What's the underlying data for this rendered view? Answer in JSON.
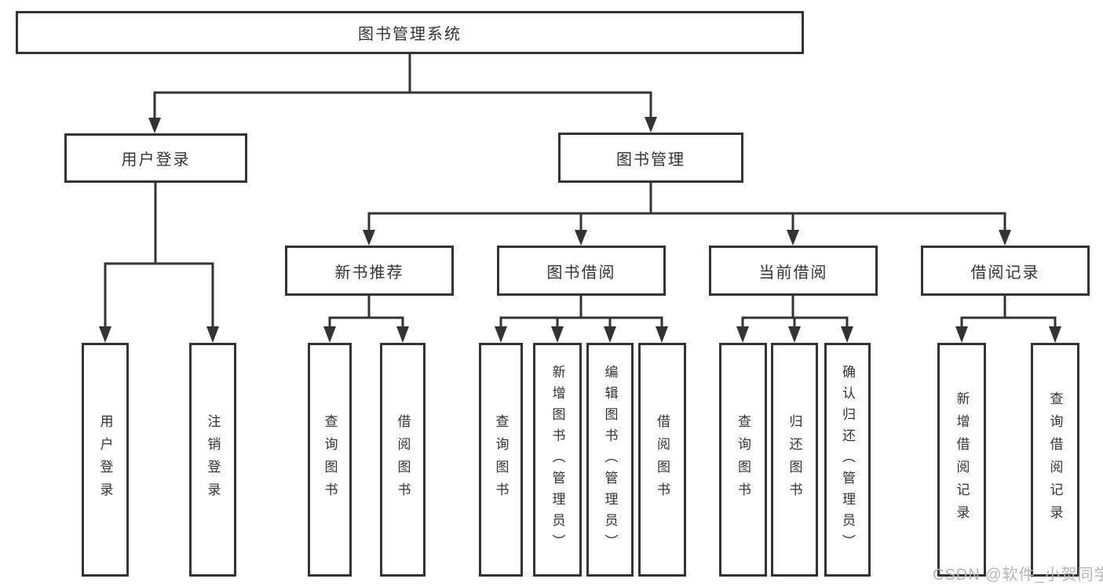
{
  "tree": {
    "root": {
      "label": "图书管理系统"
    },
    "branches": [
      {
        "label": "用户登录",
        "children": [
          {
            "label": "用户登录"
          },
          {
            "label": "注销登录"
          }
        ]
      },
      {
        "label": "图书管理",
        "groups": [
          {
            "label": "新书推荐",
            "children": [
              {
                "label": "查询图书"
              },
              {
                "label": "借阅图书"
              }
            ]
          },
          {
            "label": "图书借阅",
            "children": [
              {
                "label": "查询图书"
              },
              {
                "label": "新增图书（管理员）"
              },
              {
                "label": "编辑图书（管理员）"
              },
              {
                "label": "借阅图书"
              }
            ]
          },
          {
            "label": "当前借阅",
            "children": [
              {
                "label": "查询图书"
              },
              {
                "label": "归还图书"
              },
              {
                "label": "确认归还（管理员）"
              }
            ]
          },
          {
            "label": "借阅记录",
            "children": [
              {
                "label": "新增借阅记录"
              },
              {
                "label": "查询借阅记录"
              }
            ]
          }
        ]
      }
    ]
  },
  "watermark": {
    "text": "CSDN @软件_小贺同学"
  },
  "colors": {
    "line": "#333333",
    "border": "#333333",
    "text": "#333333",
    "watermark": "#b5b5b5",
    "background": "#ffffff"
  }
}
